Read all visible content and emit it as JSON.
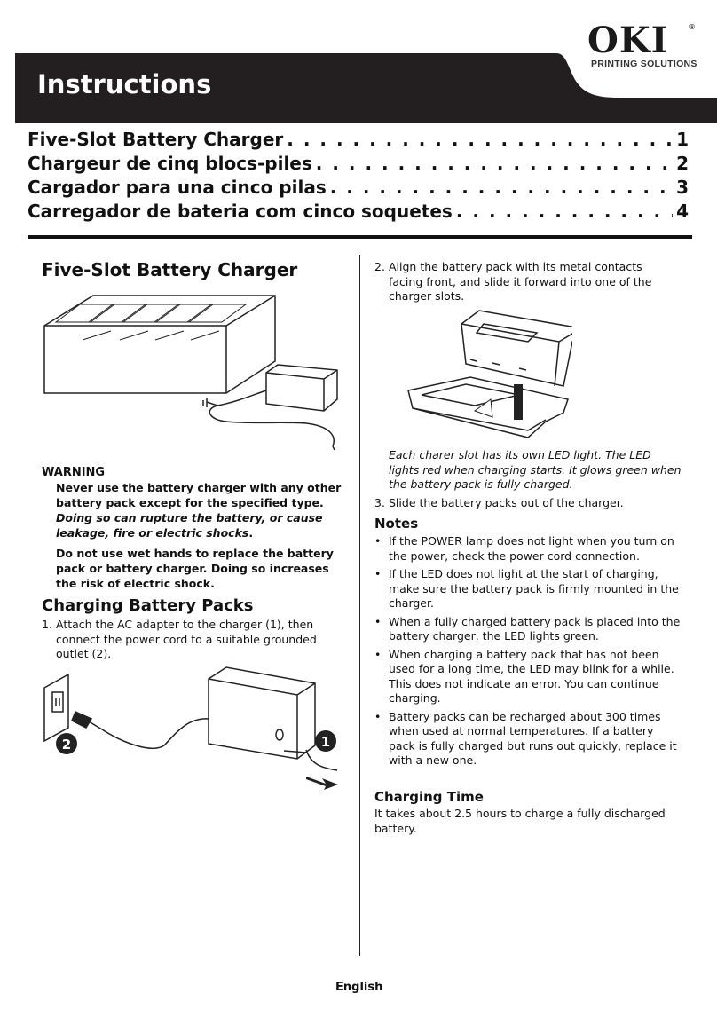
{
  "header": {
    "brand": "OKI",
    "tagline": "PRINTING SOLUTIONS",
    "title": "Instructions"
  },
  "toc": [
    {
      "title": "Five-Slot Battery Charger",
      "page": "1"
    },
    {
      "title": "Chargeur de cinq blocs-piles",
      "page": "2"
    },
    {
      "title": "Cargador para una cinco pilas",
      "page": "3"
    },
    {
      "title": "Carregador de bateria com cinco soquetes",
      "page": "4"
    }
  ],
  "left": {
    "heading": "Five-Slot Battery Charger",
    "warning_title": "WARNING",
    "warning_1_bold": "Never use the battery charger with any other battery pack except for the specified type.",
    "warning_1_italic": "Doing so can rupture the battery, or cause leakage, fire or electric shocks",
    "warning_1_end": ".",
    "warning_2": "Do not use wet hands to replace the battery pack or battery charger. Doing so increases the risk of electric shock.",
    "charging_heading": "Charging Battery Packs",
    "step_1_num": "1.",
    "step_1": "Attach the AC adapter to the charger (1), then connect the power cord to a suitable grounded outlet (2).",
    "callout_1": "1",
    "callout_2": "2"
  },
  "right": {
    "step_2_num": "2.",
    "step_2": "Align the battery pack with its metal contacts facing front, and slide it forward into one of the charger slots.",
    "caption": "Each charer slot has its own LED light. The LED lights red when charging starts. It glows green when the battery pack is fully charged.",
    "step_3_num": "3.",
    "step_3": "Slide the battery packs out of the charger.",
    "notes_heading": "Notes",
    "notes": [
      "If the POWER lamp does not light when you turn on the power, check the power cord connection.",
      "If the LED does not light at the start of charging, make sure the battery pack is firmly mounted in the charger.",
      "When a fully charged battery pack is placed into the battery charger, the LED lights green.",
      "When charging a battery pack that has not been used for a long time, the LED may blink for a while. This does not indicate an error. You can continue charging.",
      "Battery packs can be recharged about 300 times when used at normal temperatures. If a battery pack is fully charged but runs out quickly, replace it with a new one."
    ],
    "time_heading": "Charging Time",
    "time_text": "It takes about 2.5 hours to charge a fully discharged battery."
  },
  "footer": "English",
  "colors": {
    "bar": "#231f20",
    "text": "#111111"
  }
}
